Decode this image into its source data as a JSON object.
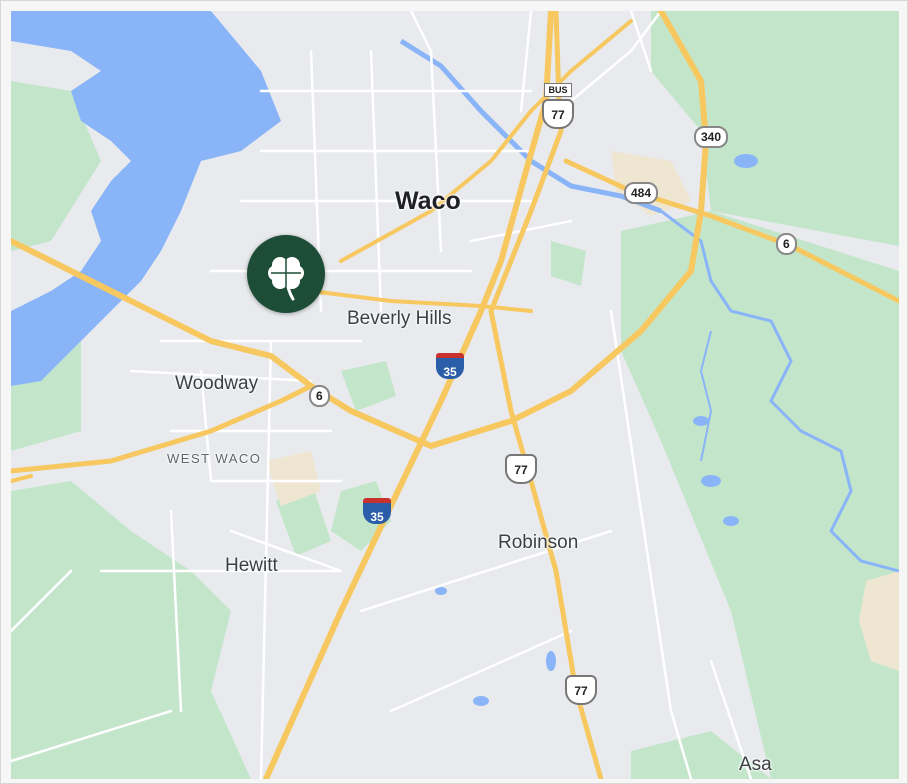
{
  "map": {
    "places": {
      "waco": "Waco",
      "beverly_hills": "Beverly Hills",
      "woodway": "Woodway",
      "west_waco": "WEST WACO",
      "hewitt": "Hewitt",
      "robinson": "Robinson",
      "asa": "Asa"
    },
    "route_shields": {
      "bus_label": "BUS",
      "us77_upper": "77",
      "us77_middle": "77",
      "us77_lower": "77",
      "i35_upper": "35",
      "i35_lower": "35",
      "sh6_west": "6",
      "sh6_east": "6",
      "sh484": "484",
      "sh340": "340"
    },
    "marker": {
      "icon": "four-leaf-clover-icon",
      "color": "#1d4d36"
    },
    "colors": {
      "land": "#e8eaed",
      "water": "#8ab4f8",
      "park": "#c3e6cb",
      "highway": "#f6c85f",
      "road": "#ffffff"
    }
  }
}
